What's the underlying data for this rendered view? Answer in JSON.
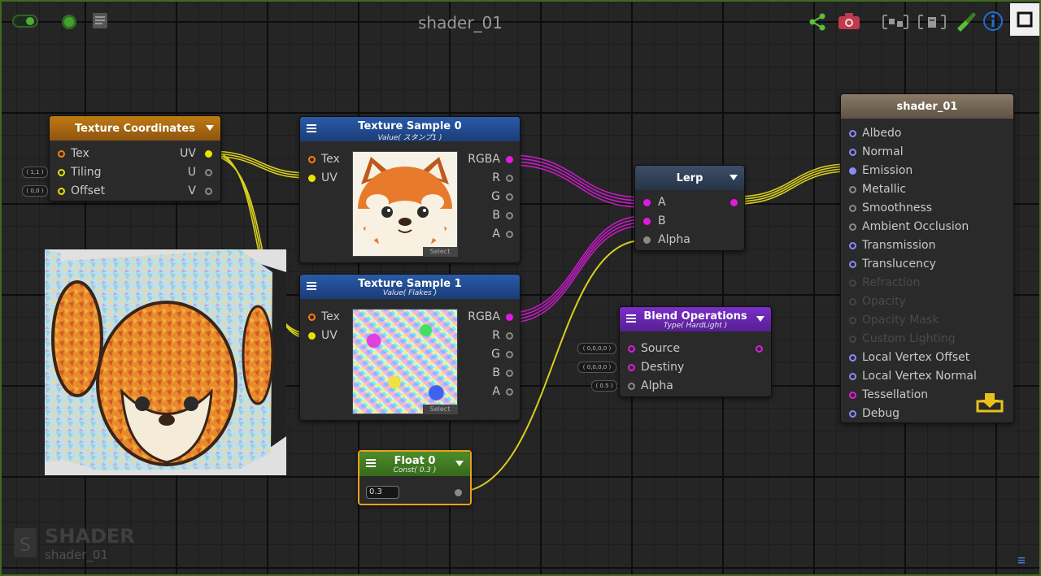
{
  "window": {
    "title": "shader_01"
  },
  "toolbar": {
    "left_icons": [
      "live-mode-icon",
      "compile-icon",
      "options-icon"
    ],
    "right_icons": [
      "share-icon",
      "screenshot-icon",
      "focus-node-icon",
      "focus-master-icon",
      "clean-unused-icon",
      "help-icon",
      "maximize-icon"
    ]
  },
  "nodes": {
    "texcoord": {
      "title": "Texture Coordinates",
      "inputs": [
        {
          "label": "Tex",
          "pill": ""
        },
        {
          "label": "Tiling",
          "pill": "( 1,1 )"
        },
        {
          "label": "Offset",
          "pill": "( 0,0 )"
        }
      ],
      "outputs": [
        "UV",
        "U",
        "V"
      ]
    },
    "tex0": {
      "title": "Texture Sample 0",
      "subtitle": "Value( スタンプ1 )",
      "inputs": [
        "Tex",
        "UV"
      ],
      "outputs": [
        "RGBA",
        "R",
        "G",
        "B",
        "A"
      ],
      "select_label": "Select"
    },
    "tex1": {
      "title": "Texture Sample 1",
      "subtitle": "Value( Flakes )",
      "inputs": [
        "Tex",
        "UV"
      ],
      "outputs": [
        "RGBA",
        "R",
        "G",
        "B",
        "A"
      ],
      "select_label": "Select"
    },
    "lerp": {
      "title": "Lerp",
      "inputs": [
        "A",
        "B",
        "Alpha"
      ]
    },
    "blend": {
      "title": "Blend Operations",
      "subtitle": "Type( HardLight )",
      "inputs": [
        {
          "label": "Source",
          "pill": "( 0,0,0,0 )"
        },
        {
          "label": "Destiny",
          "pill": "( 0,0,0,0 )"
        },
        {
          "label": "Alpha",
          "pill": "( 0.5 )"
        }
      ]
    },
    "float0": {
      "title": "Float 0",
      "subtitle": "Const( 0.3 )",
      "value": "0.3"
    },
    "output": {
      "title": "shader_01",
      "ports": [
        "Albedo",
        "Normal",
        "Emission",
        "Metallic",
        "Smoothness",
        "Ambient Occlusion",
        "Transmission",
        "Translucency",
        "Refraction",
        "Opacity",
        "Opacity Mask",
        "Custom Lighting",
        "Local Vertex Offset",
        "Local Vertex Normal",
        "Tessellation",
        "Debug"
      ]
    }
  },
  "colors": {
    "port_color": "#8a8cf5",
    "port_rgba": "#e11ae1",
    "port_uv": "#e6e400",
    "port_float": "#8a8a8a",
    "port_sampler": "#ff7f00",
    "link_yellow": "#d8cf1e",
    "link_magenta": "#c21cc2"
  },
  "watermark": {
    "label": "SHADER",
    "name": "shader_01"
  }
}
